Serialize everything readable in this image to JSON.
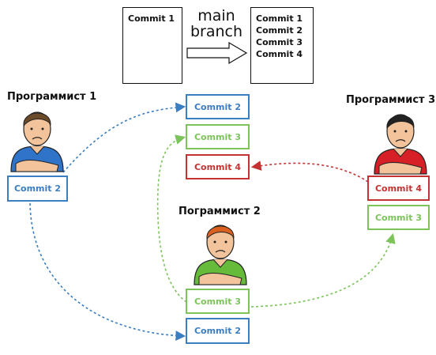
{
  "main": {
    "label_line1": "main",
    "label_line2": "branch",
    "left_box": [
      "Commit 1"
    ],
    "right_box": [
      "Commit 1",
      "Commit 2",
      "Commit 3",
      "Commit 4"
    ]
  },
  "programmers": {
    "p1": "Программист 1",
    "p2": "Пограммист 2",
    "p3": "Программист 3"
  },
  "center_commits": {
    "top": [
      "Commit 2",
      "Commit 3",
      "Commit 4"
    ],
    "bottom": [
      "Commit 3",
      "Commit 2"
    ]
  },
  "p1_commit": "Commit 2",
  "p3_commits": [
    "Commit 4",
    "Commit 3"
  ],
  "colors": {
    "blue": "#3b7ec2",
    "green": "#7cc35a",
    "red": "#c43232"
  },
  "shirt_colors": {
    "p1": "#2f74c9",
    "p2": "#66bb3a",
    "p3": "#d61f26"
  },
  "hair_colors": {
    "p1": "#6b4a2a",
    "p2": "#d9601e",
    "p3": "#222222"
  }
}
